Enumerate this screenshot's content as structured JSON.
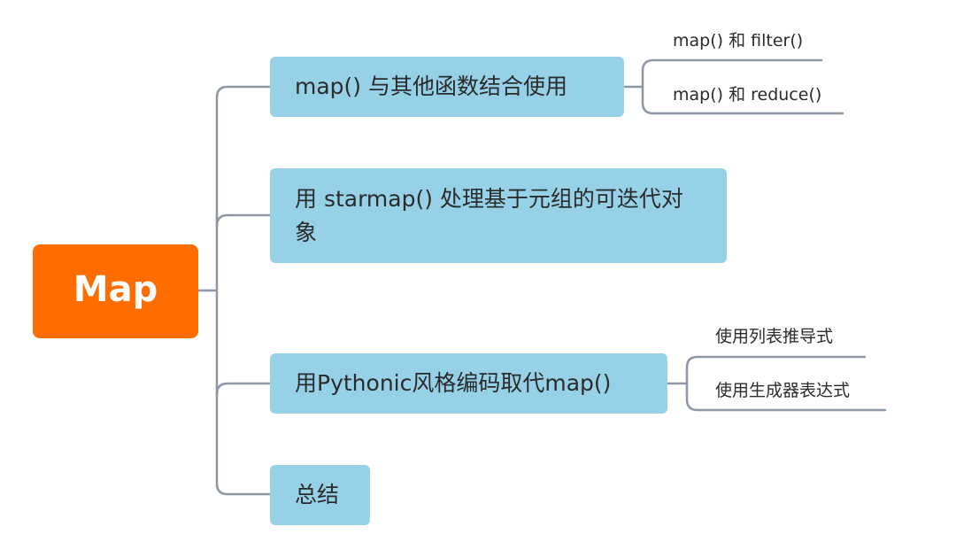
{
  "colors": {
    "root_fill": "#ff6d00",
    "topic_fill": "#96d1e8",
    "line": "#8d96a5",
    "text": "#2b2b2b"
  },
  "root": {
    "label": "Map"
  },
  "topics": [
    {
      "label": "map() 与其他函数结合使用",
      "children": [
        "map() 和 filter()",
        "map() 和 reduce()"
      ]
    },
    {
      "label": "用 starmap() 处理基于元组的可迭代对象",
      "children": []
    },
    {
      "label": "用Pythonic风格编码取代map()",
      "children": [
        "使用列表推导式",
        "使用生成器表达式"
      ]
    },
    {
      "label": "总结",
      "children": []
    }
  ]
}
